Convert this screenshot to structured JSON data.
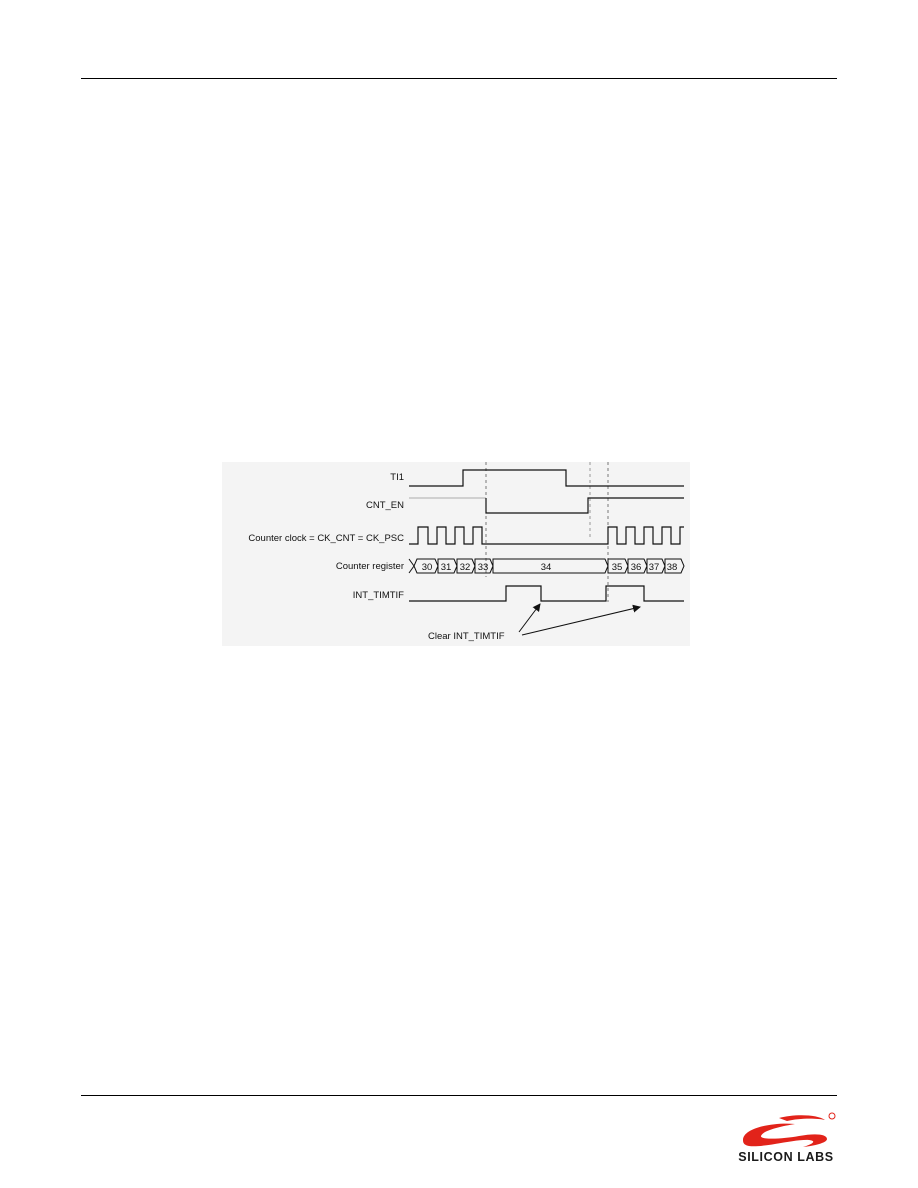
{
  "figure": {
    "signals": {
      "ti1": "TI1",
      "cnt_en": "CNT_EN",
      "counter_clock": "Counter clock = CK_CNT = CK_PSC",
      "counter_register": "Counter register",
      "int_timtif": "INT_TIMTIF"
    },
    "counter_values": [
      "30",
      "31",
      "32",
      "33",
      "34",
      "35",
      "36",
      "37",
      "38"
    ],
    "annotation": "Clear INT_TIMTIF"
  },
  "footer": {
    "logo_text": "SILICON LABS",
    "brand_color": "#e2231a"
  }
}
